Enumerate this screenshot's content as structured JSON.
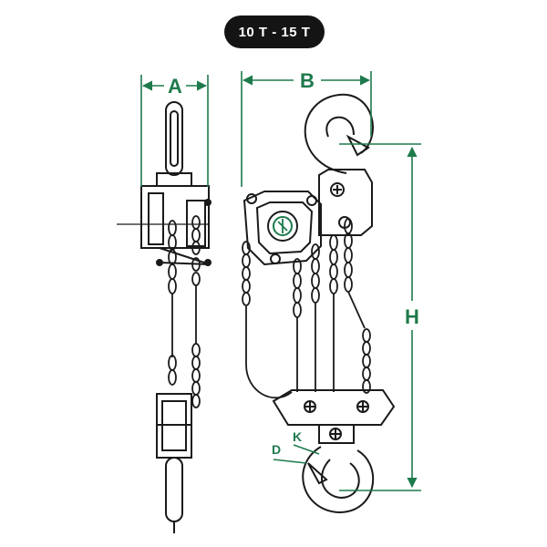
{
  "header": {
    "capacity_label": "10 T - 15 T"
  },
  "dimensions": {
    "a": "A",
    "b": "B",
    "h": "H",
    "d": "D",
    "k": "K"
  },
  "colors": {
    "dimension": "#1e7a4c",
    "outline": "#1a1a1a",
    "badge_bg": "#141414"
  }
}
